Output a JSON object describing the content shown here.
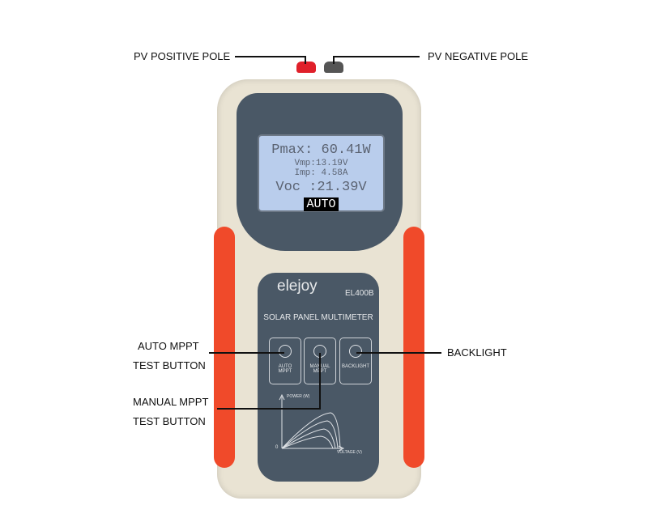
{
  "callouts": {
    "pv_positive": "PV POSITIVE POLE",
    "pv_negative": "PV NEGATIVE POLE",
    "auto_mppt": [
      "AUTO MPPT",
      "TEST BUTTON"
    ],
    "manual_mppt": [
      "MANUAL MPPT",
      "TEST BUTTON"
    ],
    "backlight": "BACKLIGHT"
  },
  "lcd": {
    "pmax": "Pmax: 60.41W",
    "vmp": "Vmp:13.19V",
    "imp": "Imp: 4.58A",
    "voc": "Voc :21.39V",
    "mode": "AUTO"
  },
  "device": {
    "brand": "elejoy",
    "model": "EL400B",
    "title": "SOLAR PANEL MULTIMETER",
    "buttons": [
      {
        "line1": "AUTO",
        "line2": "MPPT"
      },
      {
        "line1": "MANUAL",
        "line2": "MPPT"
      },
      {
        "line1": "BACKLIGHT",
        "line2": ""
      }
    ],
    "graph": {
      "y_label": "POWER (W)",
      "x_label": "VOLTAGE (V)",
      "origin": "0"
    }
  },
  "colors": {
    "body": "#e9e3d3",
    "panel": "#4a5866",
    "accent": "#f04a2a",
    "lcd": "#b9cdec"
  }
}
